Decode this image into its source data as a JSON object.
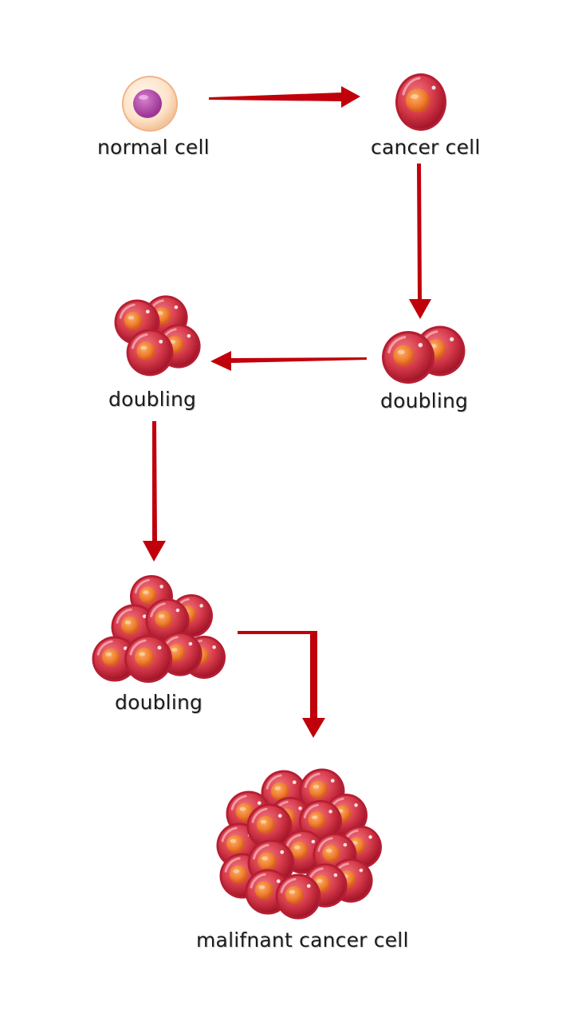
{
  "labels": {
    "normal_cell": "normal cell",
    "cancer_cell": "cancer cell",
    "doubling_1": "doubling",
    "doubling_2": "doubling",
    "doubling_3": "doubling",
    "malignant": "malifnant cancer cell"
  },
  "colors": {
    "arrow": "#c0000a",
    "cell_membrane": "#c8283a",
    "cell_body": "#df4a57",
    "nucleus": "#f07a2e",
    "normal_outer": "#fde6cf",
    "normal_nucleus": "#b24aa6",
    "label_text": "#1c1c1c"
  },
  "icons": {
    "normal_cell": "normal-cell-icon",
    "cancer_cell": "cancer-cell-icon",
    "arrow": "arrow-icon"
  }
}
